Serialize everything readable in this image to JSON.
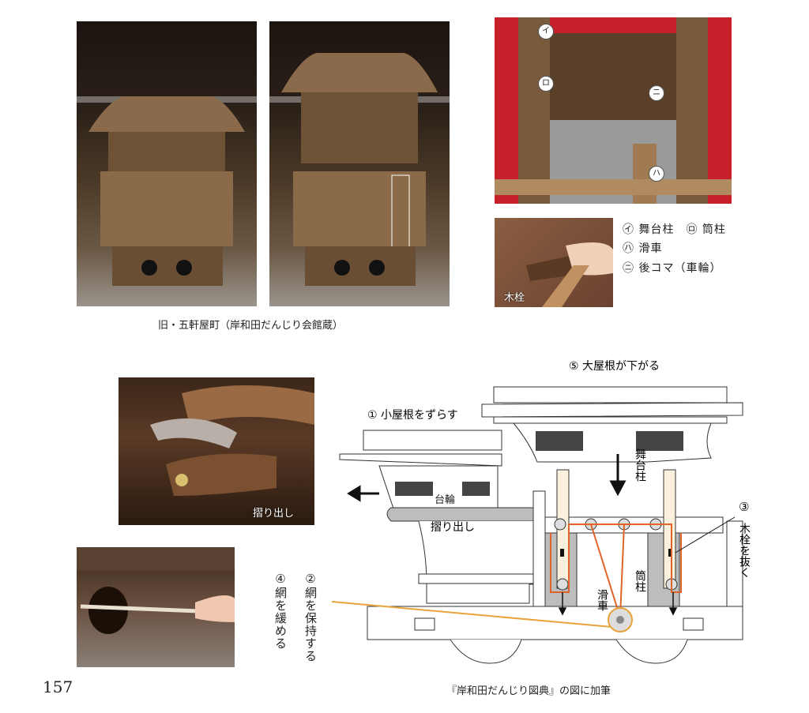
{
  "top_caption": "旧・五軒屋町（岸和田だんじり会館蔵）",
  "red_photo_markers": [
    "イ",
    "ロ",
    "ニ",
    "ハ"
  ],
  "kisen_label": "木栓",
  "legend": {
    "line1": "㋑ 舞台柱　㋺ 筒柱",
    "line2": "㋩ 滑車",
    "line3": "㋥ 後コマ（車輪）"
  },
  "surida_photo_label": "摺り出し",
  "rope_steps": {
    "step2": "②網を保持する",
    "step4": "④網を緩める"
  },
  "diagram": {
    "step5": "⑤ 大屋根が下がる",
    "step1": "① 小屋根をずらす",
    "dairin": "台輪",
    "surida": "摺り出し",
    "butaibashira": "舞台柱",
    "step3_num": "③",
    "step3": "木栓を抜く",
    "tsutsubashira": "筒柱",
    "kassha": "滑車"
  },
  "page_number": "157",
  "bottom_caption": "『岸和田だんじり図典』の図に加筆",
  "colors": {
    "rope_orange": "#e0642a",
    "rope_yellow": "#e8a33a",
    "gray": "#bdbdbd"
  }
}
